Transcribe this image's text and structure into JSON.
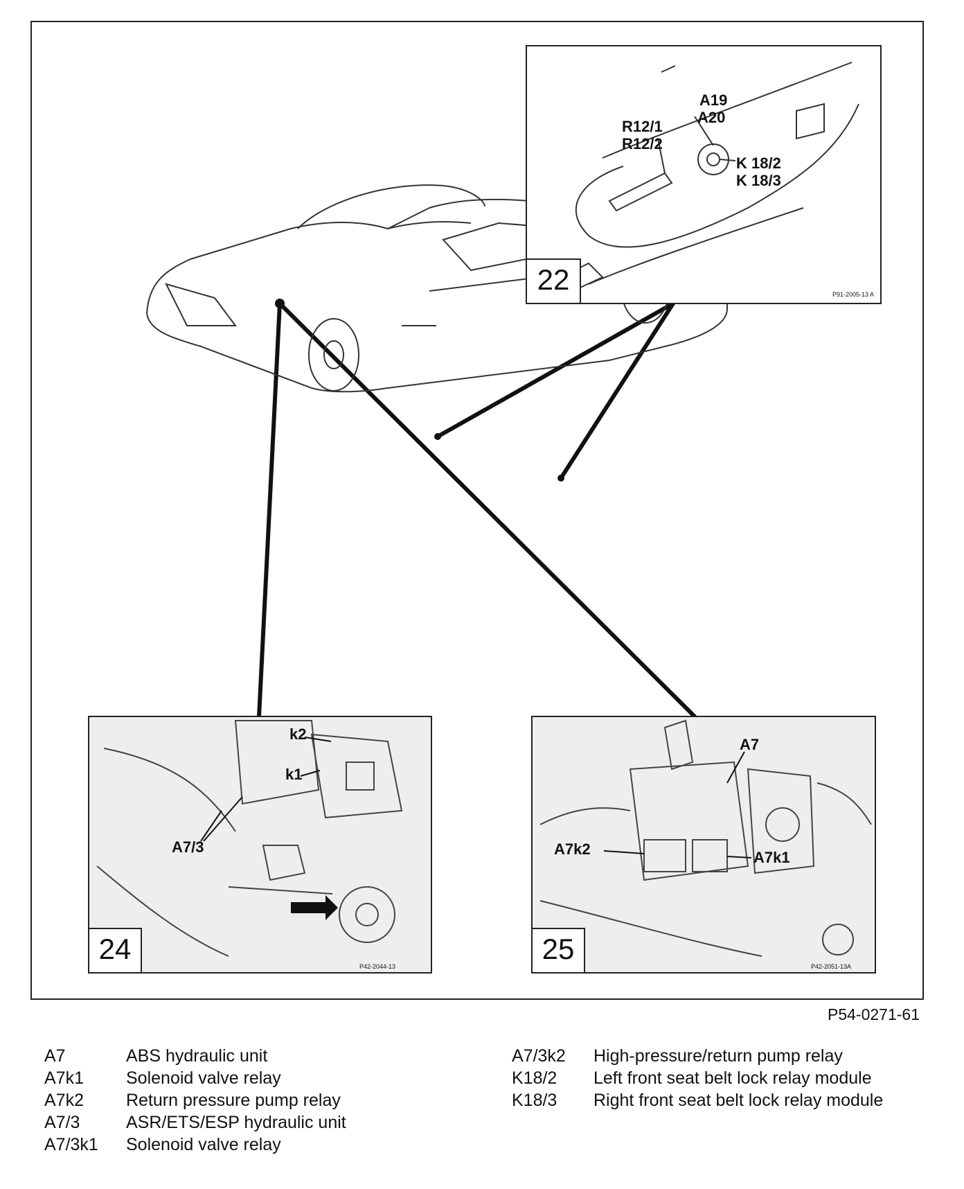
{
  "figure_number": "P54-0271-61",
  "panels": {
    "p22": {
      "number": "22",
      "code": "P91-2005-13 A",
      "labels": {
        "r12_1": "R12/1",
        "r12_2": "R12/2",
        "a19": "A19",
        "a20": "A20",
        "k18_2": "K 18/2",
        "k18_3": "K 18/3"
      }
    },
    "p24": {
      "number": "24",
      "code": "P42-2044-13",
      "labels": {
        "k2": "k2",
        "k1": "k1",
        "a7_3": "A7/3"
      }
    },
    "p25": {
      "number": "25",
      "code": "P42-2051-13A",
      "labels": {
        "a7": "A7",
        "a7k2": "A7k2",
        "a7k1": "A7k1"
      }
    }
  },
  "legend": {
    "left": [
      {
        "code": "A7",
        "desc": "ABS hydraulic unit"
      },
      {
        "code": "A7k1",
        "desc": "Solenoid valve relay"
      },
      {
        "code": "A7k2",
        "desc": "Return pressure pump relay"
      },
      {
        "code": "A7/3",
        "desc": "ASR/ETS/ESP hydraulic unit"
      },
      {
        "code": "A7/3k1",
        "desc": "Solenoid valve relay"
      }
    ],
    "right": [
      {
        "code": "A7/3k2",
        "desc": "High-pressure/return pump relay"
      },
      {
        "code": "K18/2",
        "desc": "Left front seat belt lock relay module"
      },
      {
        "code": "K18/3",
        "desc": "Right front seat belt lock relay module"
      }
    ]
  }
}
